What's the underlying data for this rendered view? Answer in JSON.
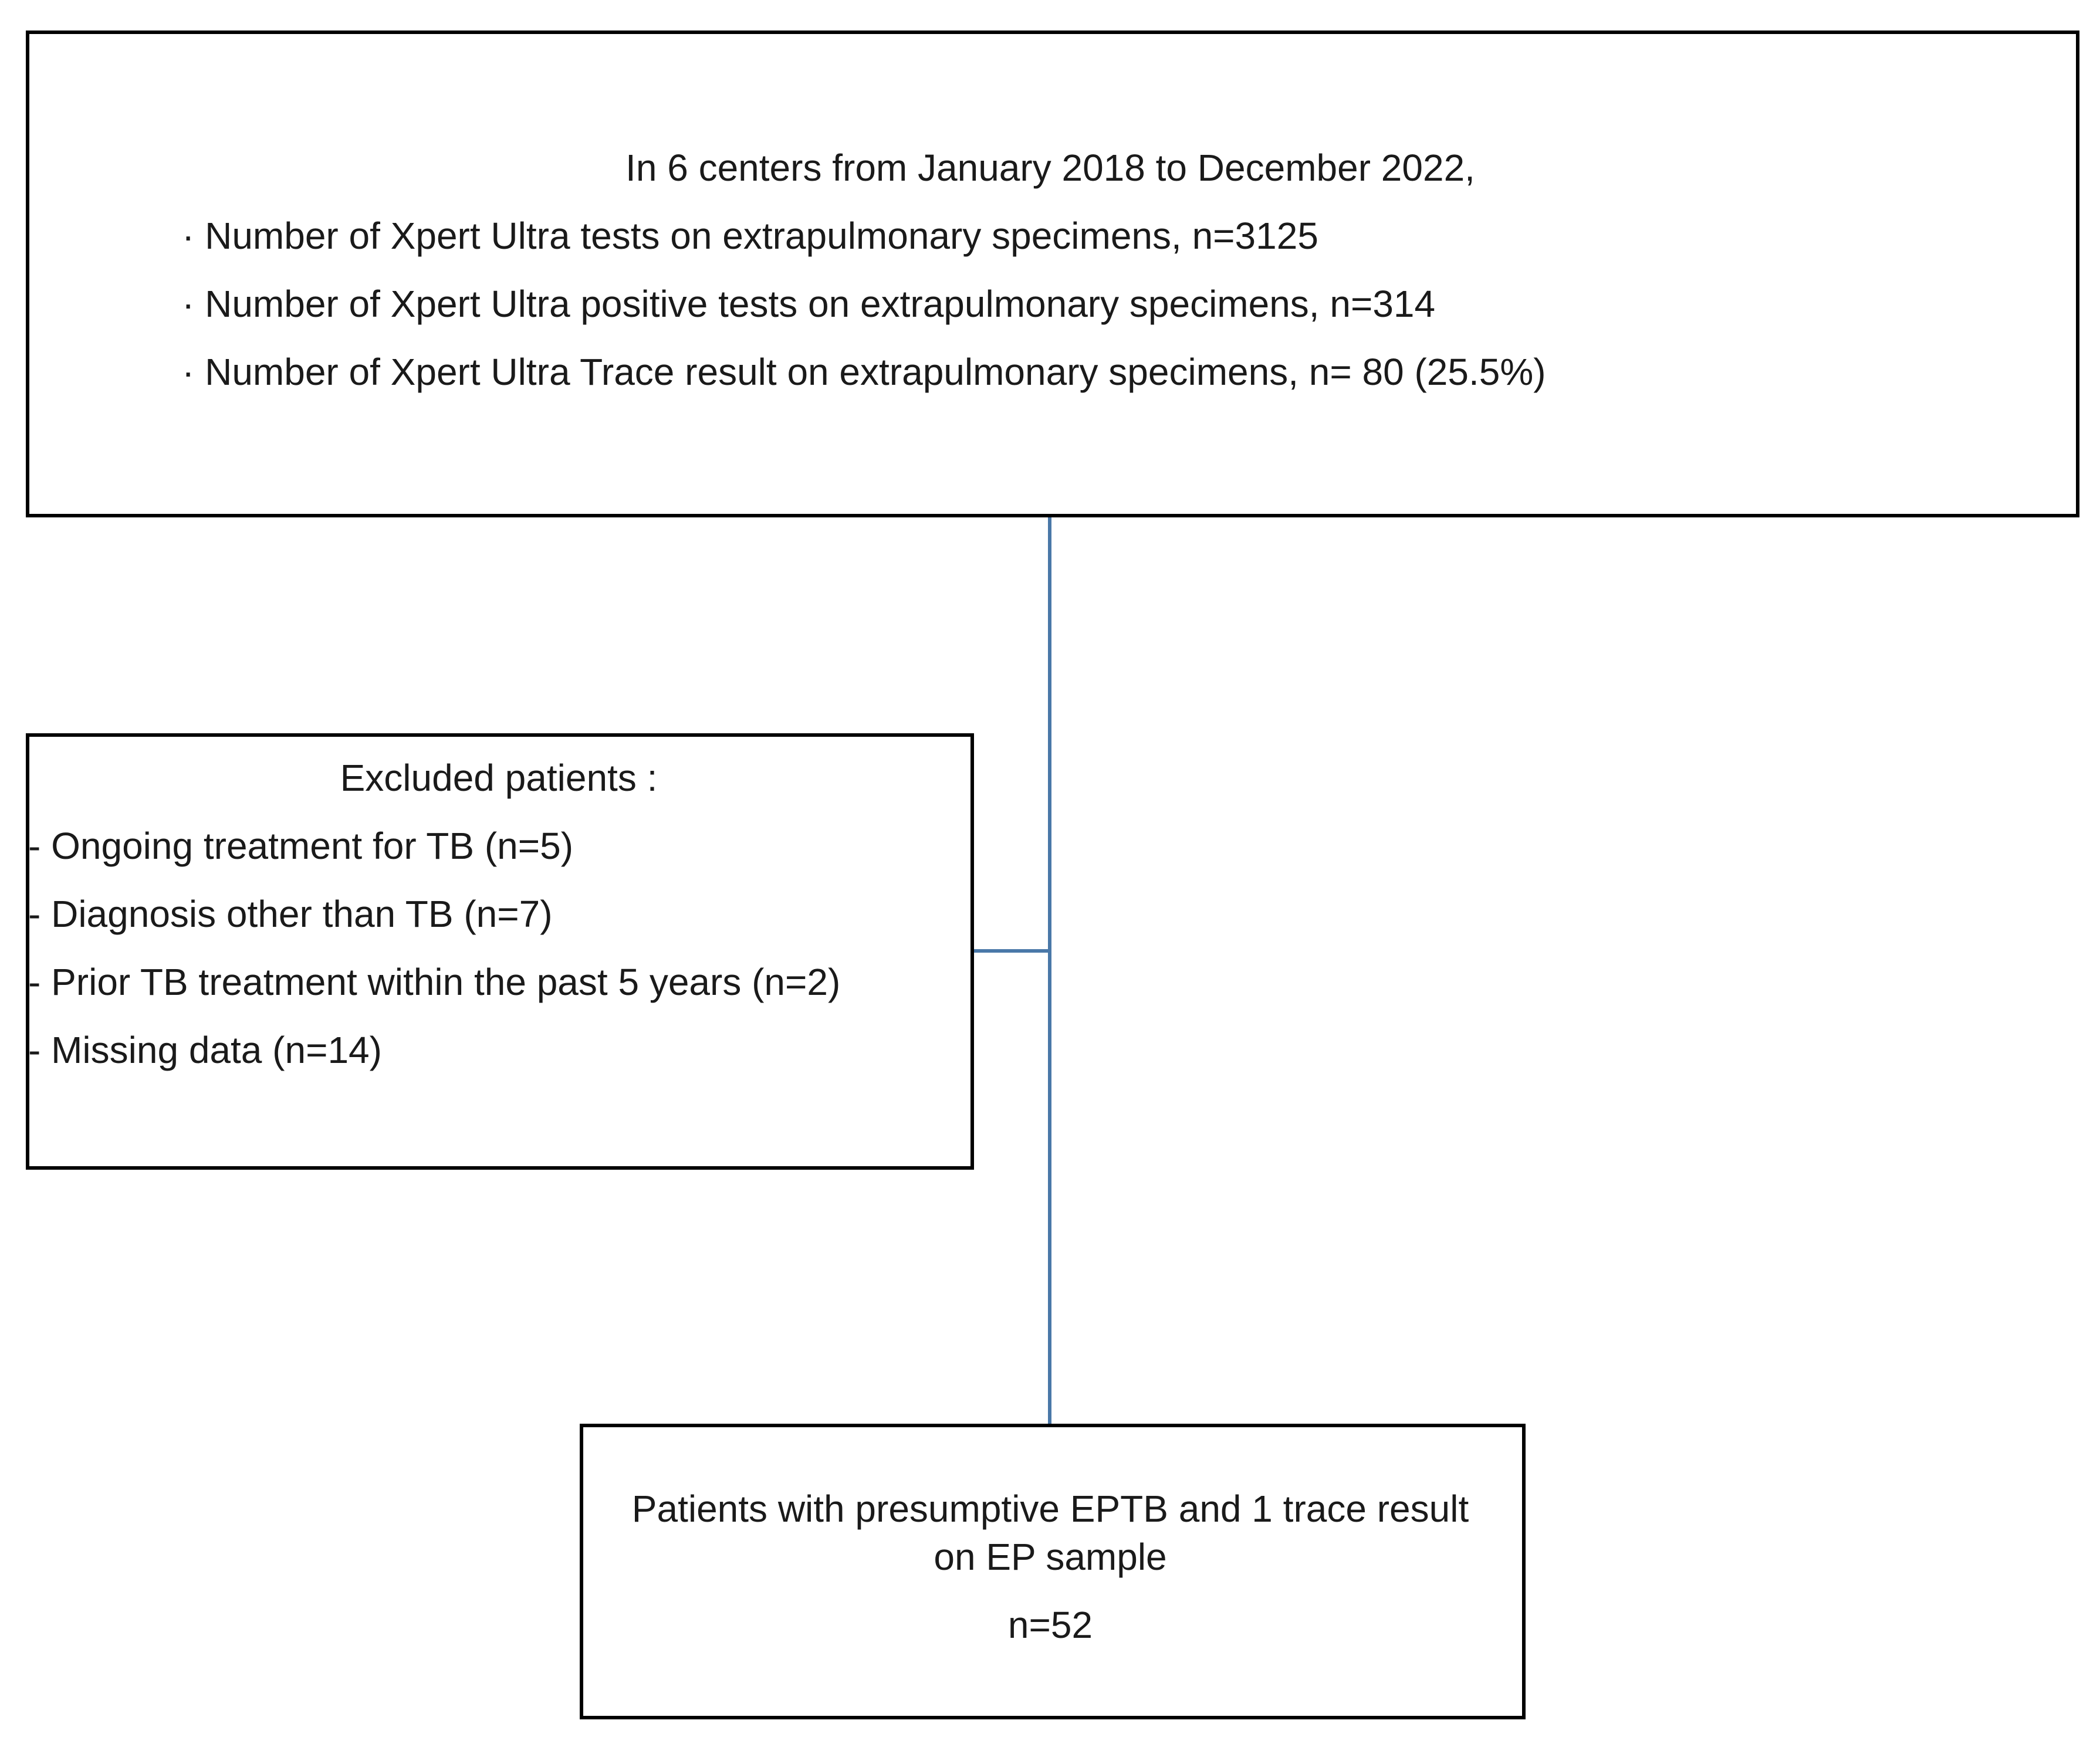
{
  "top_box": {
    "title": "In 6 centers from January 2018 to December 2022,",
    "bullets": [
      "· Number of Xpert Ultra tests on extrapulmonary specimens, n=3125",
      "· Number of Xpert Ultra positive tests on extrapulmonary specimens, n=314",
      "· Number of Xpert Ultra Trace result on extrapulmonary specimens, n= 80 (25.5%)"
    ]
  },
  "excluded_box": {
    "title": "Excluded patients :",
    "items": [
      "- Ongoing treatment for TB (n=5)",
      "- Diagnosis other than TB (n=7)",
      "- Prior TB treatment within the past 5 years (n=2)",
      "- Missing data (n=14)"
    ]
  },
  "final_box": {
    "line1": "Patients with presumptive EPTB and 1 trace result",
    "line2": "on EP sample",
    "count": "n=52"
  },
  "colors": {
    "connector": "#4a78a8",
    "box_border": "#000000"
  }
}
